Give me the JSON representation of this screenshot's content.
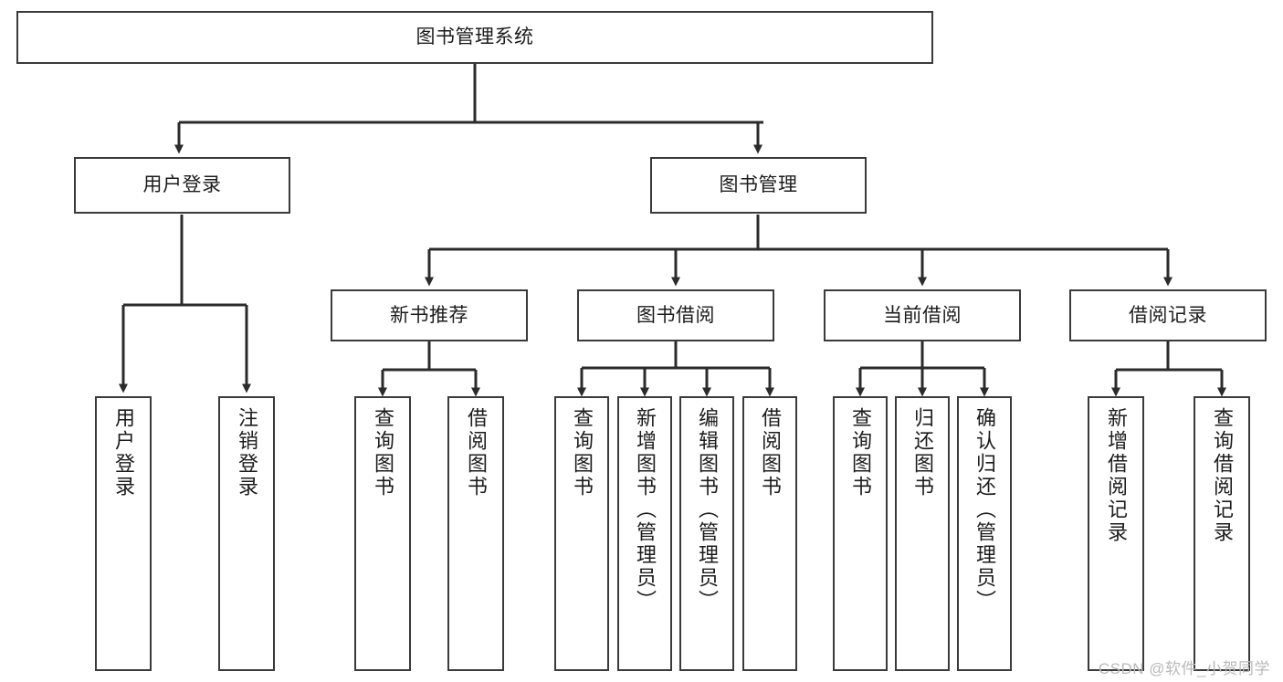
{
  "diagram": {
    "title": "图书管理系统",
    "type": "tree-hierarchy-diagram",
    "colors": {
      "background": "#ffffff",
      "box_border": "#3a3a3a",
      "box_fill": "#ffffff",
      "connector": "#2b2b2b",
      "watermark": "#b9b9b9"
    },
    "root": {
      "label": "图书管理系统"
    },
    "level2": [
      {
        "label": "用户登录"
      },
      {
        "label": "图书管理"
      }
    ],
    "level3": [
      {
        "label": "新书推荐"
      },
      {
        "label": "图书借阅"
      },
      {
        "label": "当前借阅"
      },
      {
        "label": "借阅记录"
      }
    ],
    "leaves": {
      "user_login": [
        {
          "label": "用户登录"
        },
        {
          "label": "注销登录"
        }
      ],
      "new_book_recommend": [
        {
          "label": "查询图书"
        },
        {
          "label": "借阅图书"
        }
      ],
      "book_borrow": [
        {
          "label": "查询图书"
        },
        {
          "label": "新增图书（管理员）"
        },
        {
          "label": "编辑图书（管理员）"
        },
        {
          "label": "借阅图书"
        }
      ],
      "current_borrow": [
        {
          "label": "查询图书"
        },
        {
          "label": "归还图书"
        },
        {
          "label": "确认归还（管理员）"
        }
      ],
      "borrow_record": [
        {
          "label": "新增借阅记录"
        },
        {
          "label": "查询借阅记录"
        }
      ]
    }
  },
  "watermark": {
    "text": "CSDN @软件_小贺同学"
  }
}
